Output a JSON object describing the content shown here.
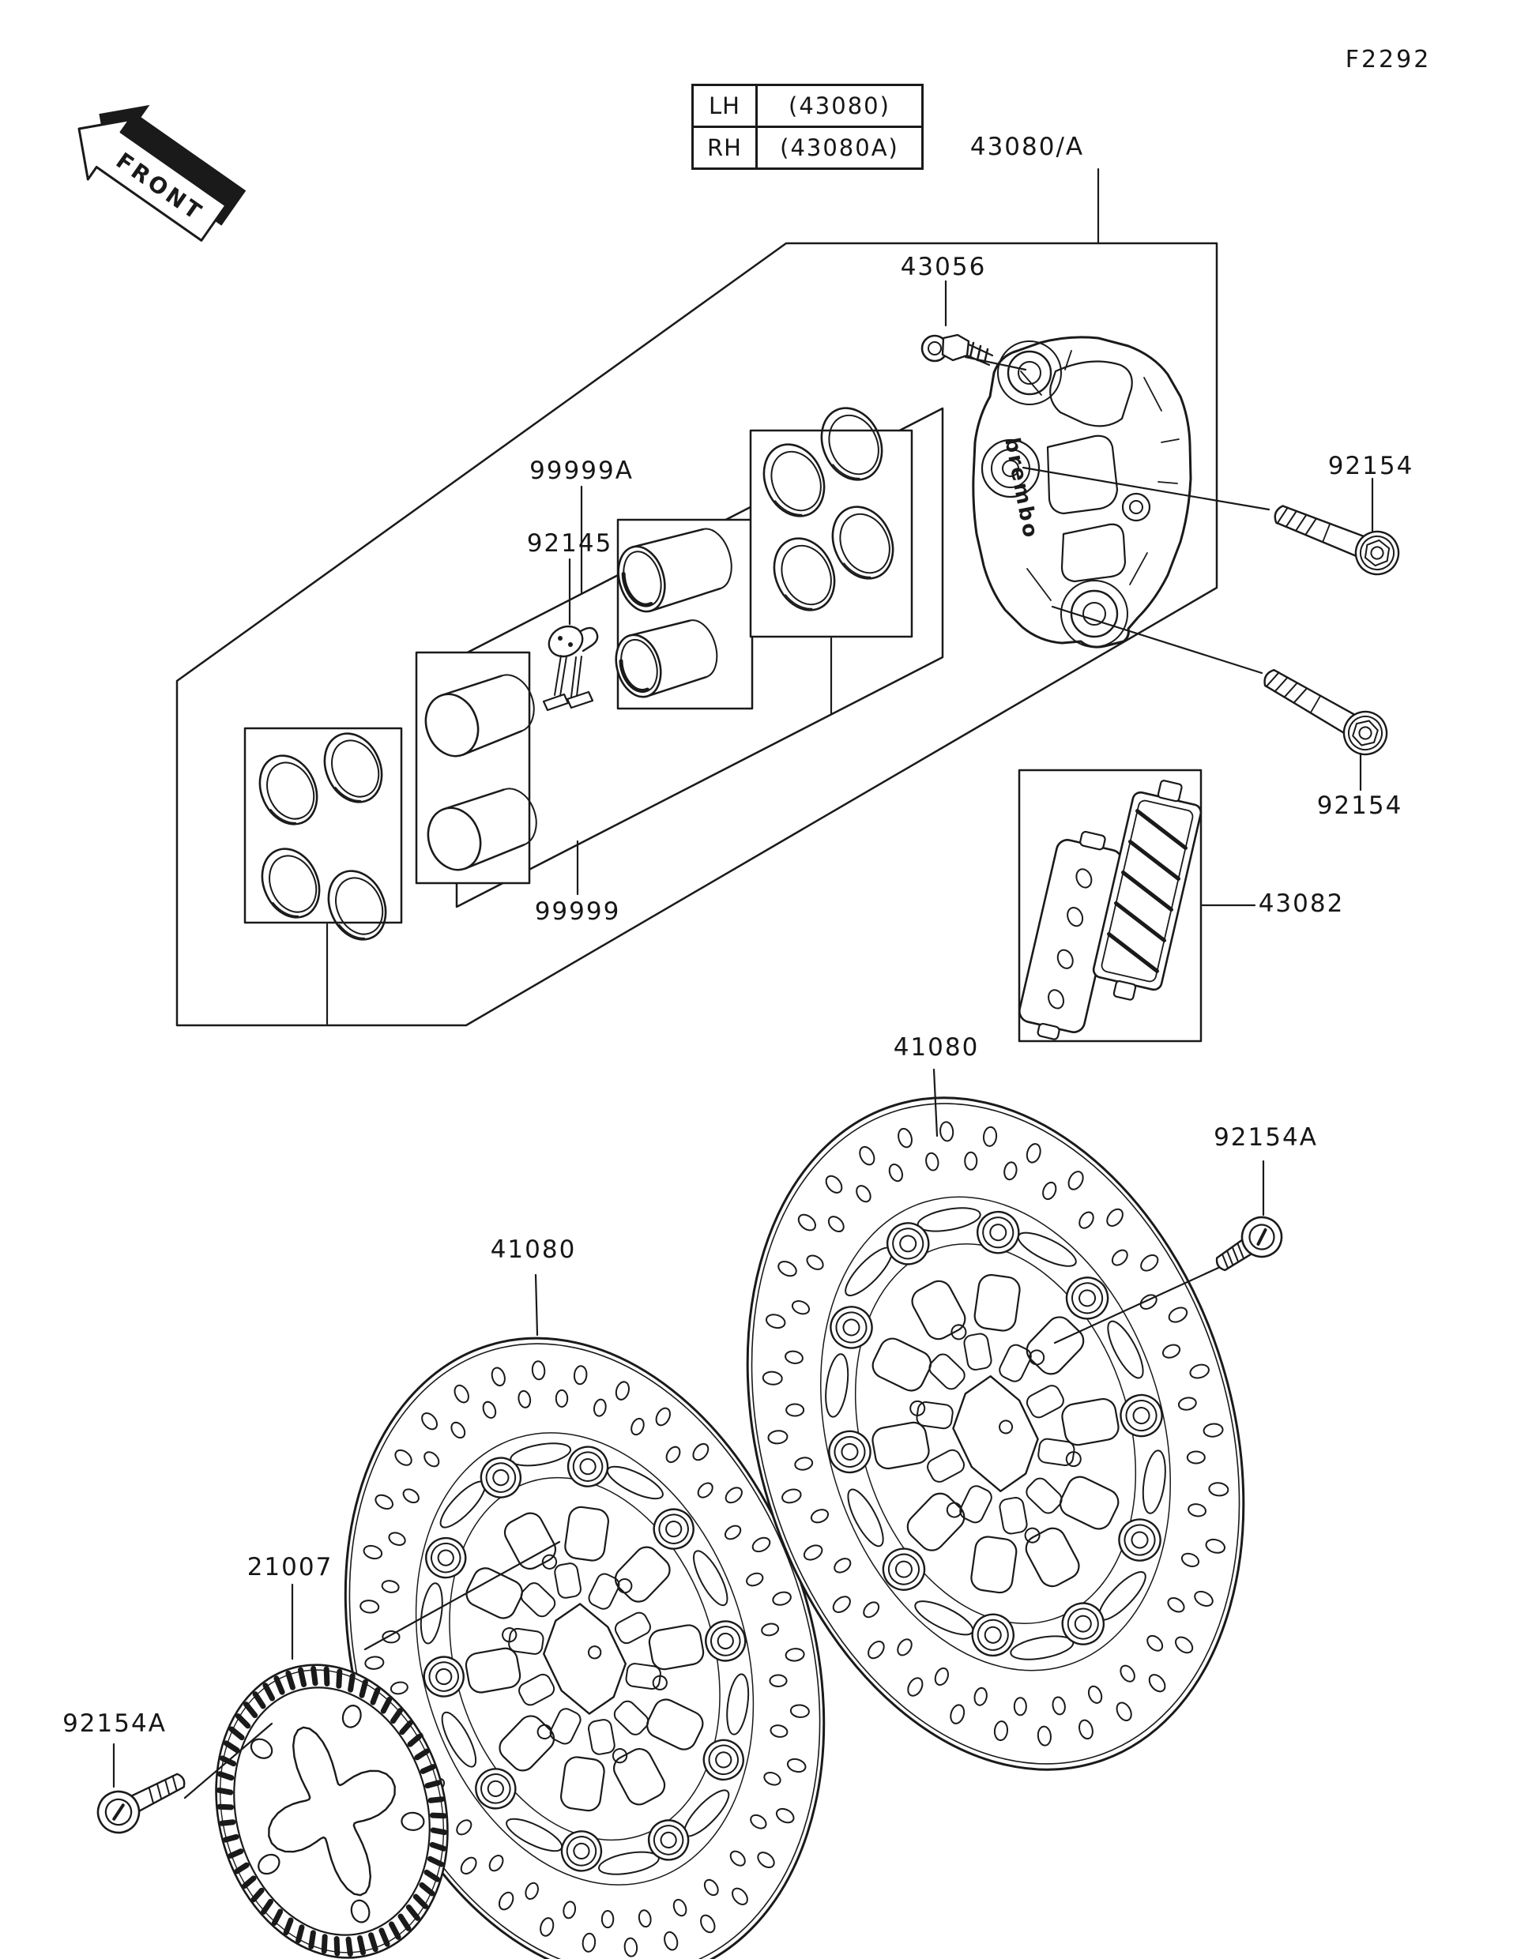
{
  "figure": {
    "code": "F2292",
    "front_label": "FRONT",
    "brand": "brembo"
  },
  "variant_table": {
    "rows": [
      {
        "side": "LH",
        "part": "(43080)"
      },
      {
        "side": "RH",
        "part": "(43080A)"
      }
    ]
  },
  "callouts": {
    "caliper_assy": "43080/A",
    "bleed_valve": "43056",
    "piston_seal_kit": "99999A",
    "pad_spring": "92145",
    "caliper_seal_kit": "99999",
    "caliper_bolt_upper": "92154",
    "caliper_bolt_lower": "92154",
    "brake_pads": "43082",
    "disc_right": "41080",
    "disc_left": "41080",
    "disc_bolt_right": "92154A",
    "disc_bolt_left": "92154A",
    "sensor_ring": "21007"
  }
}
